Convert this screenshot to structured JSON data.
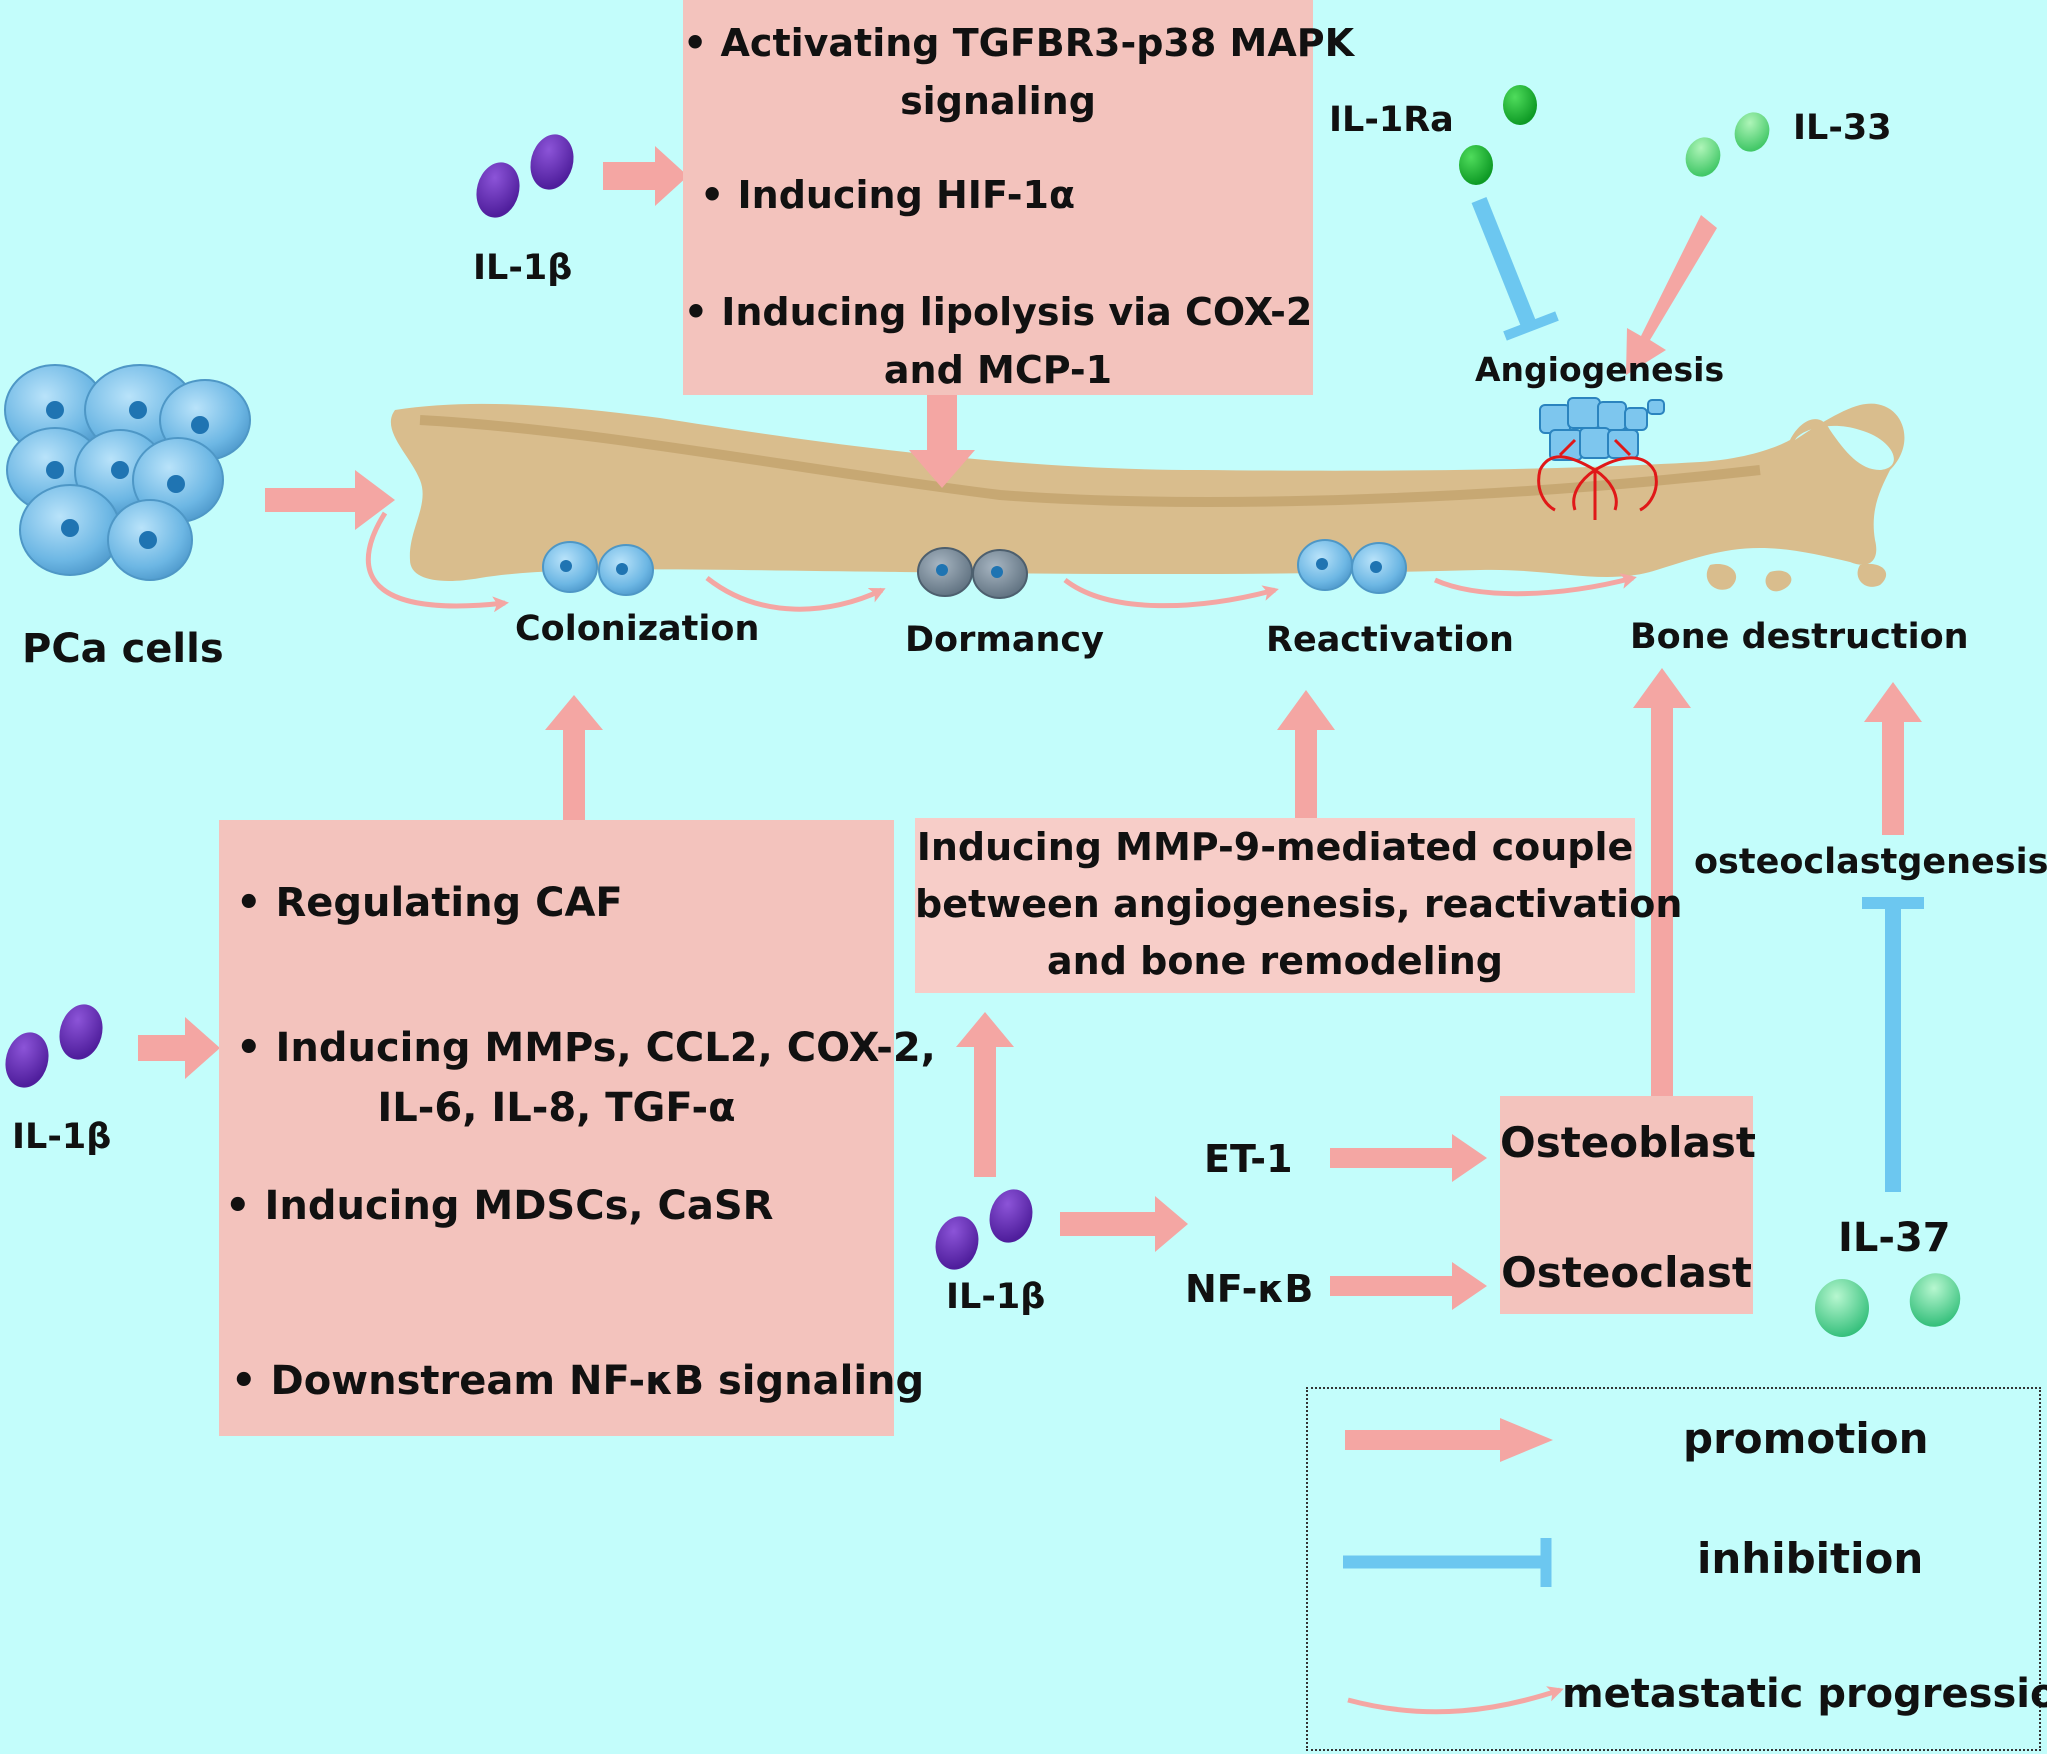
{
  "top_box": {
    "line1": "• Activating TGFBR3-p38 MAPK",
    "line2": "signaling",
    "line3": "• Inducing HIF-1α",
    "line4": "• Inducing lipolysis via COX-2",
    "line5": "and MCP-1"
  },
  "il1b_top": "IL-1β",
  "il1ra": "IL-1Ra",
  "il33": "IL-33",
  "angiogenesis": "Angiogenesis",
  "pca_cells": "PCa cells",
  "stages": {
    "colonization": "Colonization",
    "dormancy": "Dormancy",
    "reactivation": "Reactivation",
    "bone_destruction": "Bone destruction"
  },
  "left_box": {
    "item1": "• Regulating CAF",
    "item2a": "• Inducing MMPs, CCL2, COX-2,",
    "item2b": "IL-6, IL-8, TGF-α",
    "item3": "• Inducing MDSCs, CaSR",
    "item4": "• Downstream NF-κB signaling"
  },
  "il1b_left": "IL-1β",
  "mmp_box": {
    "line1": "Inducing MMP-9-mediated couple",
    "line2": "between angiogenesis, reactivation",
    "line3": "and bone remodeling"
  },
  "il1b_bottom": "IL-1β",
  "et1": "ET-1",
  "nfkb": "NF-κB",
  "osteo_box": {
    "osteoblast": "Osteoblast",
    "osteoclast": "Osteoclast"
  },
  "osteoclastgenesis": "osteoclastgenesis",
  "il37": "IL-37",
  "legend": {
    "promotion": "promotion",
    "inhibition": "inhibition",
    "metastatic_progression": "metastatic progression"
  },
  "colors": {
    "background": "#c3fdfb",
    "box": "#f3c3bd",
    "promotion_arrow": "#f4a6a3",
    "inhibition": "#6cc7f0",
    "il1b": "#6a2fb8",
    "il1ra": "#1db536",
    "il33": "#6edc8a",
    "il37": "#5fd99a",
    "bone": "#d9bd8d",
    "cell": "#6cb8e6"
  }
}
